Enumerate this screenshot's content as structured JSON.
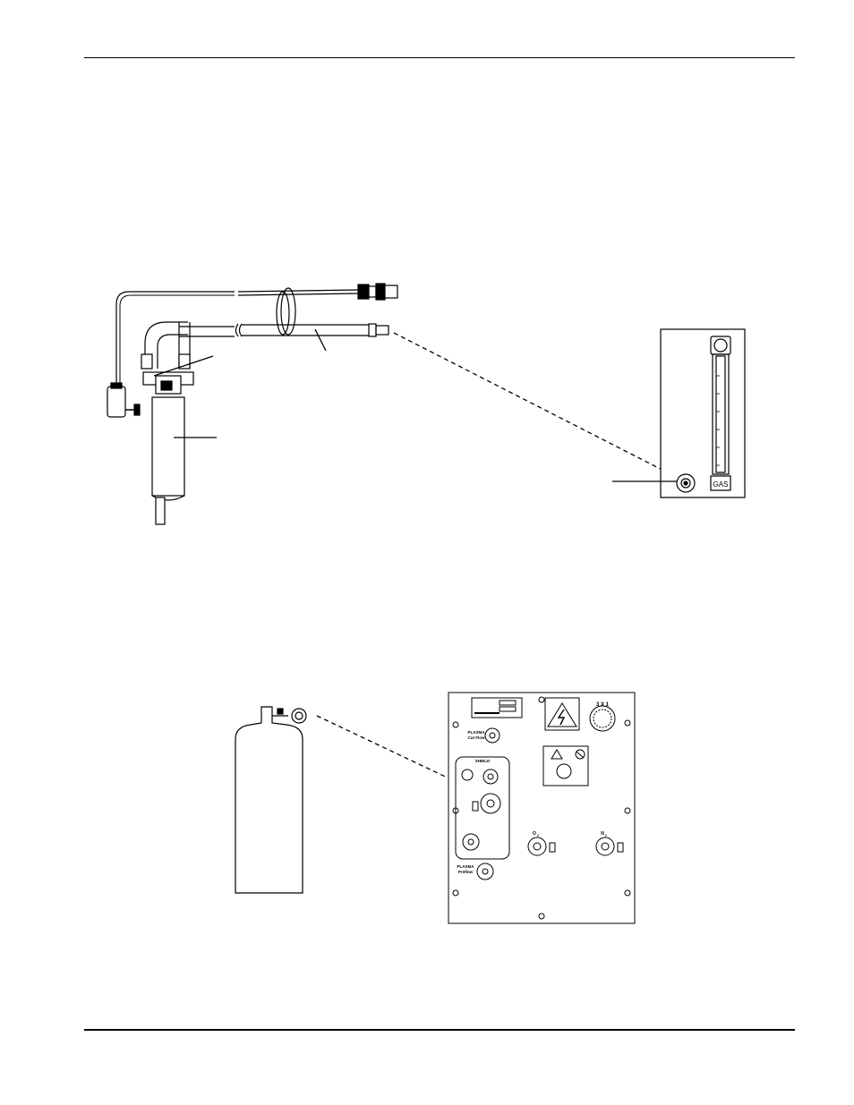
{
  "figure_top": {
    "flowmeter_label": "GAS"
  },
  "figure_bottom": {
    "panel": {
      "label_1": "3 X 1",
      "label_2": "PLASMA",
      "label_3": "Cut Flow",
      "label_4": "SHIELD",
      "label_5": "O",
      "label_6": "2",
      "label_7": "N",
      "label_8": "2",
      "label_9": "PLASMA",
      "label_10": "Preflow"
    }
  }
}
